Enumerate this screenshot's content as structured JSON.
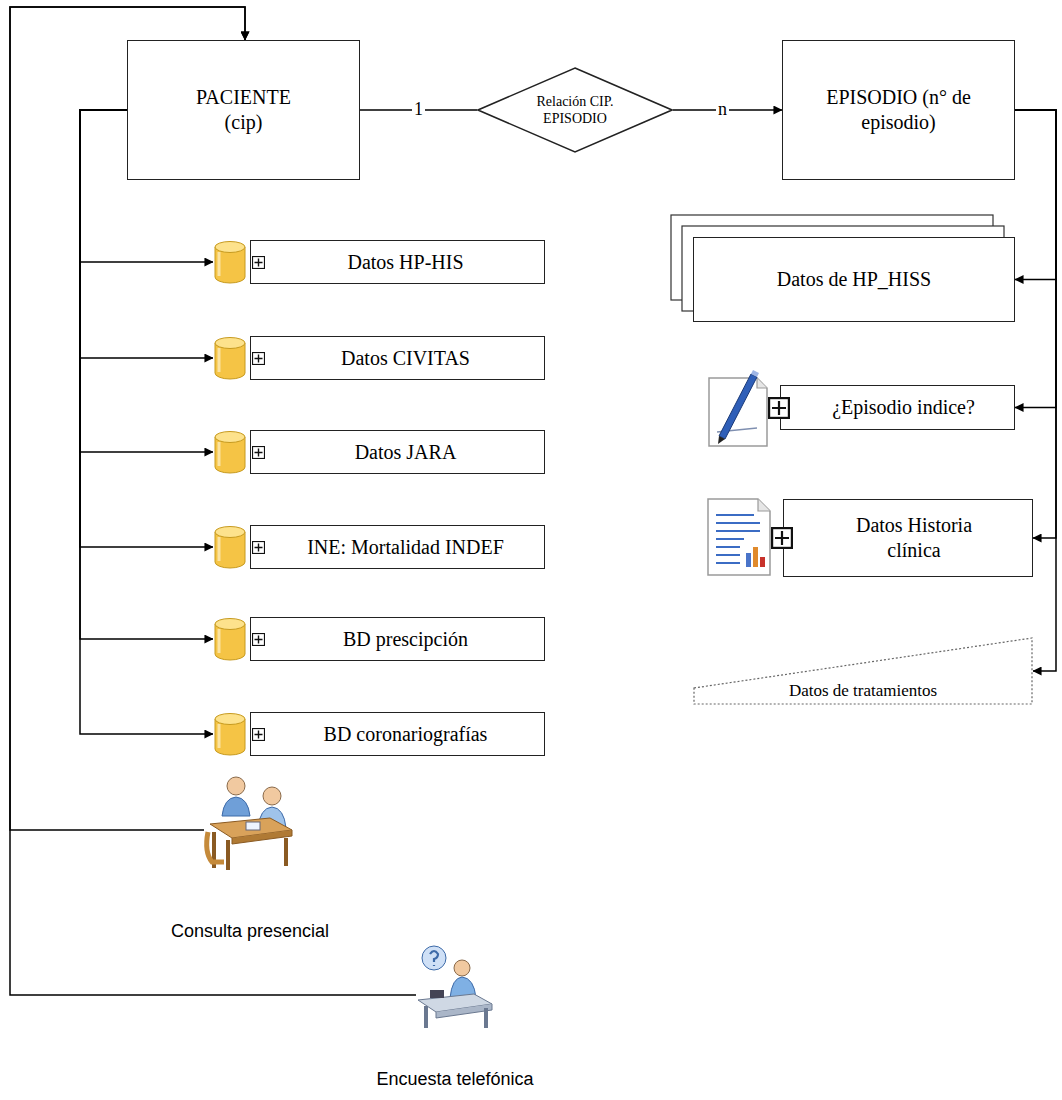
{
  "diagram": {
    "nodes": [
      {
        "text": [
          "PACIENTE (cip)"
        ]
      },
      {
        "text": [
          "Relación CIP. EPISODIO"
        ]
      },
      {
        "text": [
          "EPISODIO (n° de episodio)"
        ]
      },
      {
        "text": [
          "Datos HP-HIS"
        ]
      },
      {
        "text": [
          "Datos CIVITAS"
        ]
      },
      {
        "text": [
          "Datos JARA"
        ]
      },
      {
        "text": [
          "INE: Mortalidad INDEF"
        ]
      },
      {
        "text": [
          "BD prescipción"
        ]
      },
      {
        "text": [
          "BD coronariografías"
        ]
      },
      {
        "text": [
          "Datos de HP_HISS"
        ]
      },
      {
        "text": [
          "¿Episodio indice?"
        ]
      },
      {
        "text": [
          "Datos Historia clínica"
        ]
      },
      {
        "text": [
          "Datos de tratamientos"
        ]
      },
      {
        "text": [
          "Consulta presencial"
        ]
      },
      {
        "text": [
          "Encuesta telefónica"
        ]
      }
    ],
    "edges": [
      {
        "from": 0,
        "to": 1,
        "label": "1",
        "arrow": "none"
      },
      {
        "from": 1,
        "to": 2,
        "label": "n",
        "arrow": "to"
      },
      {
        "from": 0,
        "to": 3,
        "arrow": "to"
      },
      {
        "from": 0,
        "to": 4,
        "arrow": "to"
      },
      {
        "from": 0,
        "to": 5,
        "arrow": "to"
      },
      {
        "from": 0,
        "to": 6,
        "arrow": "to"
      },
      {
        "from": 0,
        "to": 7,
        "arrow": "to"
      },
      {
        "from": 0,
        "to": 8,
        "arrow": "to"
      },
      {
        "from": 2,
        "to": 9,
        "arrow": "to"
      },
      {
        "from": 2,
        "to": 10,
        "arrow": "to"
      },
      {
        "from": 2,
        "to": 11,
        "arrow": "to"
      },
      {
        "from": 2,
        "to": 12,
        "arrow": "to"
      },
      {
        "from": 13,
        "to": 0,
        "arrow": "to"
      },
      {
        "from": 14,
        "to": 0,
        "arrow": "to"
      }
    ]
  }
}
